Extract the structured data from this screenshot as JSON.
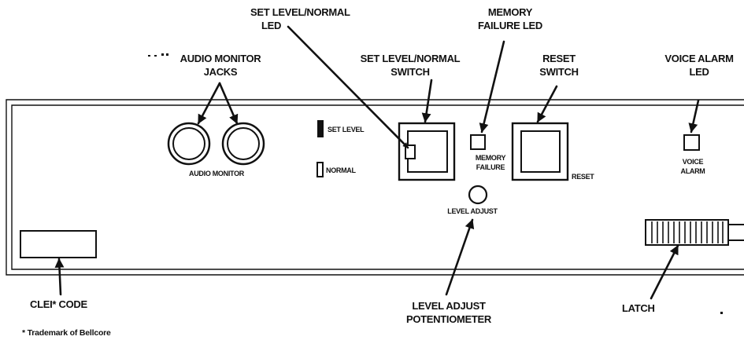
{
  "callouts": {
    "set_level_normal_led": [
      "SET LEVEL/NORMAL",
      "LED"
    ],
    "memory_failure_led": [
      "MEMORY",
      "FAILURE LED"
    ],
    "audio_monitor_jacks": [
      "AUDIO MONITOR",
      "JACKS"
    ],
    "set_level_normal_switch": [
      "SET LEVEL/NORMAL",
      "SWITCH"
    ],
    "reset_switch": [
      "RESET",
      "SWITCH"
    ],
    "voice_alarm_led": [
      "VOICE ALARM",
      "LED"
    ],
    "clei_code": "CLEI* CODE",
    "level_adjust_potentiometer": [
      "LEVEL ADJUST",
      "POTENTIOMETER"
    ],
    "latch": "LATCH"
  },
  "panel_labels": {
    "audio_monitor": "AUDIO MONITOR",
    "set_level": "SET LEVEL",
    "normal": "NORMAL",
    "memory_failure": [
      "MEMORY",
      "FAILURE"
    ],
    "reset": "RESET",
    "level_adjust": "LEVEL ADJUST",
    "voice_alarm": [
      "VOICE",
      "ALARM"
    ]
  },
  "footnote": "* Trademark of Bellcore",
  "colors": {
    "ink": "#111111",
    "paper": "#ffffff"
  }
}
